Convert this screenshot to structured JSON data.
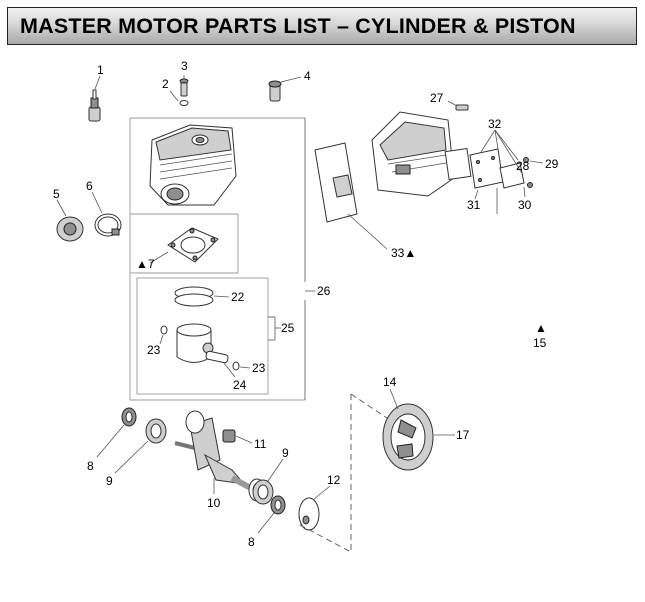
{
  "header": {
    "title": "MASTER MOTOR PARTS LIST – CYLINDER & PISTON"
  },
  "callouts": {
    "c1": "1",
    "c2": "2",
    "c3": "3",
    "c4": "4",
    "c5": "5",
    "c6": "6",
    "c7": "▲7",
    "c8a": "8",
    "c8b": "8",
    "c9a": "9",
    "c9b": "9",
    "c10": "10",
    "c11": "11",
    "c12": "12",
    "c14": "14",
    "c15_marker": "▲",
    "c15": "15",
    "c17": "17",
    "c22": "22",
    "c23a": "23",
    "c23b": "23",
    "c24": "24",
    "c25": "25",
    "c26": "26",
    "c27": "27",
    "c28": "28",
    "c29": "29",
    "c30": "30",
    "c31": "31",
    "c32": "32",
    "c33": "33▲"
  },
  "colors": {
    "title_gradient_top": "#f2f2f2",
    "title_gradient_bottom": "#a9a9a9",
    "line": "#555555"
  }
}
